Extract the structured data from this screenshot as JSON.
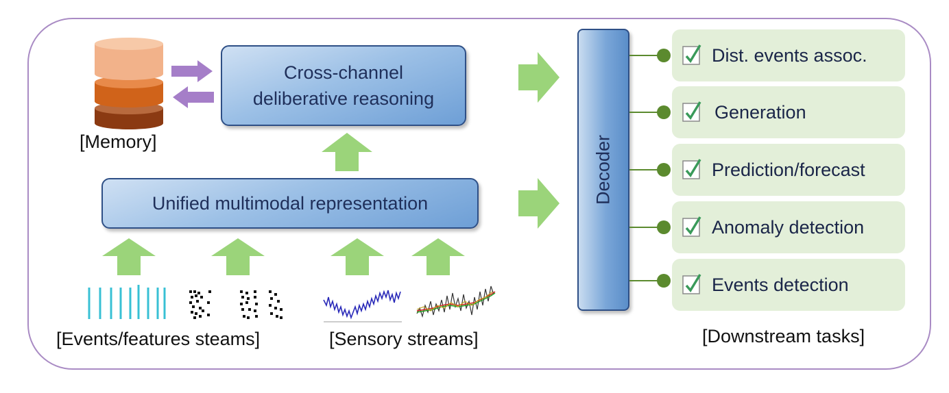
{
  "reasoning": {
    "line1": "Cross-channel",
    "line2": "deliberative reasoning"
  },
  "unified": {
    "label": "Unified multimodal representation"
  },
  "decoder": {
    "label": "Decoder"
  },
  "memory": {
    "label": "[Memory]"
  },
  "inputs": {
    "events_caption": "[Events/features steams]",
    "sensory_caption": "[Sensory streams]"
  },
  "tasks": {
    "items": [
      {
        "label": "Dist. events assoc."
      },
      {
        "label": "Generation"
      },
      {
        "label": "Prediction/forecast"
      },
      {
        "label": "Anomaly detection"
      },
      {
        "label": "Events detection"
      }
    ],
    "caption": "[Downstream tasks]"
  },
  "colors": {
    "frame": "#a98bc4",
    "arrow_green": "#9bd47a",
    "arrow_purple": "#a57ec8",
    "box_border": "#2e4f86",
    "task_bg": "#e3efd9",
    "connector_dot": "#5b8a2e",
    "memory_top": "#f2b28a",
    "memory_mid": "#d0631a",
    "memory_bottom": "#8b3a12"
  }
}
